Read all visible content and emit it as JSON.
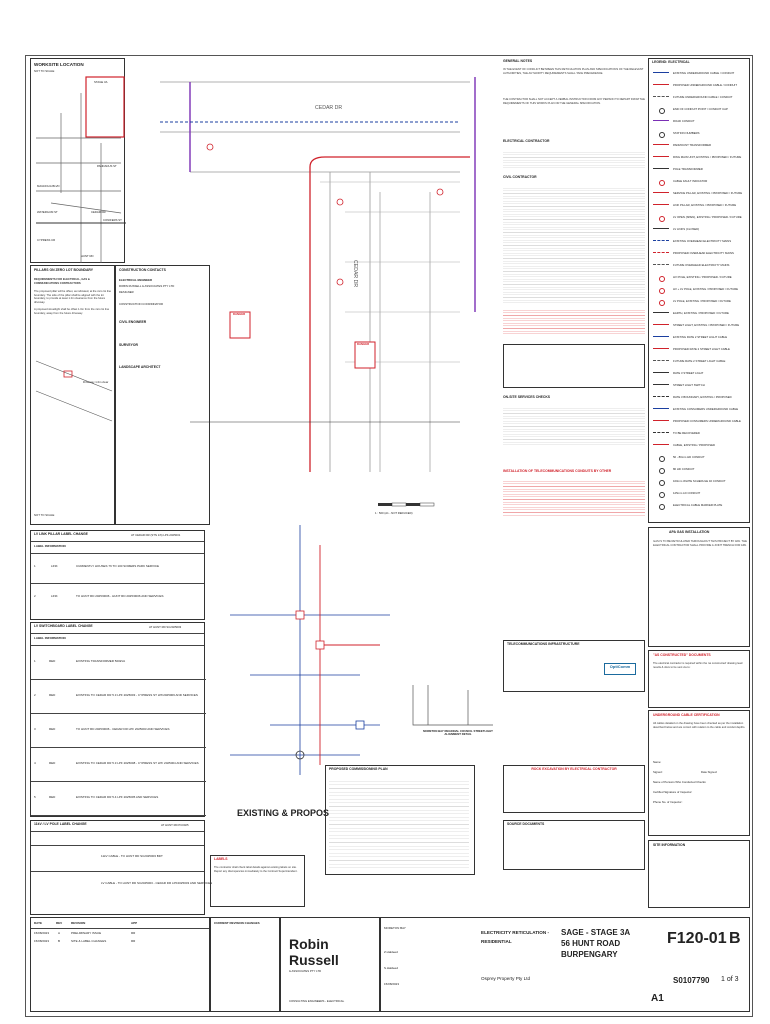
{
  "worksite": {
    "title": "WORKSITE LOCATION",
    "subtitle": "NOT TO SCALE",
    "stage": "STAGE 3A",
    "streets": [
      "PANDANUS ST",
      "MAGNOLIA BLVD",
      "WATERGUM ST",
      "CEDAR DR",
      "CONIFERS ST",
      "CYPRESS CR",
      "HUNT RD"
    ]
  },
  "pillars": {
    "title": "PILLARS ON ZERO LOT BOUNDARY",
    "req_title": "REQUIREMENTS FOR ELECTRICAL, GAS & COMMUNICATIONS CONTRACTORS",
    "body": "The proposed pillar will be offset, as indicated, at the zero lot line boundary. The side of the pillar shall be aligned with the lot boundary, to provide at least 1.0m clearance from the future driveway.",
    "body2": "A proposed streetlight shall be offset 1.0m from the zero lot line boundary, away from the future driveway.",
    "driveway": "Driveway 1.0m clear",
    "note": "NOT TO SCALE"
  },
  "contacts": {
    "title": "CONSTRUCTION CONTACTS",
    "engineer_head": "ELECTRICAL ENGINEER",
    "engineer_firm": "ROBIN RUSSELL & ASSOCIATES PTY LTD",
    "designer": "DESIGNER",
    "coordinator": "CONSTRUCTION COORDINATOR",
    "civil": "CIVIL ENGINEER",
    "surveyor": "SURVEYOR",
    "landscape": "LANDSCAPE ARCHITECT"
  },
  "general_notes": {
    "title": "GENERAL NOTES",
    "p1": "IN THE EVENT OF CONFLICT BETWEEN THIS RETICULATION PLAN AND SPECIFICATIONS OF THE RELEVANT AUTHORITIES, THE AUTHORITY REQUIREMENTS SHALL TAKE PRECEDENCE.",
    "p2": "THE CONTRACTOR SHALL NOT ACCEPT A VERBAL INSTRUCTION FROM ANY PERSON TO DEPART FROM THE REQUIREMENTS OF THIS WORKS PLAN OR THE GENERAL SPECIFICATION."
  },
  "sections": {
    "electrical": "ELECTRICAL CONTRACTOR",
    "civil": "CIVIL CONTRACTOR",
    "onsite": "ON-SITE SERVICES CHECKS",
    "telecom_install": "INSTALLATION OF TELECOMMUNICATIONS CONDUITS BY OTHER",
    "telecom_infra": "TELECOMMUNICATIONS INFRASTRUCTURE",
    "commissioning": "PROPOSED COMMISSIONING PLAN",
    "source": "SOURCE DOCUMENTS",
    "rock": "ROCK EXCAVATION BY ELECTRICAL CONTRACTOR",
    "site_info": "SITE INFORMATION"
  },
  "callouts": {
    "council": "MORETON BAY REGIONAL COUNCIL STREETLIGHT ALIGNMENT DETAIL",
    "schematic": "EXISTING & PROPOSED LV SCHEMATIC",
    "scale": "1 : 500 (A1 - NOT REDUCED)",
    "danger": "DANGER"
  },
  "legend": {
    "title": "LEGEND: ELECTRICAL",
    "items": [
      {
        "label": "EXISTING UNDERGROUND CABLE / CONDUIT",
        "color": "#1b3fa0",
        "style": "solid"
      },
      {
        "label": "PROPOSED UNDERGROUND CABLE / CONDUIT",
        "color": "#d0222b",
        "style": "solid"
      },
      {
        "label": "FUTURE UNDERGROUND CABLE / CONDUIT",
        "color": "#555555",
        "style": "dash"
      },
      {
        "label": "END OF CONDUIT POINT / CONDUIT CAP",
        "color": "#333333",
        "style": "dot"
      },
      {
        "label": "ROAD CONDUIT",
        "color": "#7a2fb5",
        "style": "solid"
      },
      {
        "label": "STATION NUMBERS",
        "color": "#333333",
        "style": "dot"
      },
      {
        "label": "PADMOUNT TRANSFORMER",
        "color": "#d0222b",
        "style": "solid"
      },
      {
        "label": "RING MAIN UNIT, EXISTING / PROPOSED / FUTURE",
        "color": "#d0222b",
        "style": "solid"
      },
      {
        "label": "POLE TRANSFORMER",
        "color": "#333333",
        "style": "solid"
      },
      {
        "label": "CABLE FAULT INDICATOR",
        "color": "#d0222b",
        "style": "dot"
      },
      {
        "label": "SERVICE PILLAR, EXISTING / PROPOSED / FUTURE",
        "color": "#d0222b",
        "style": "solid"
      },
      {
        "label": "LINK PILLAR, EXISTING / PROPOSED / FUTURE",
        "color": "#d0222b",
        "style": "solid"
      },
      {
        "label": "LV OPEN (SPEN), EXISTING / PROPOSED / FUTURE",
        "color": "#d0222b",
        "style": "dot"
      },
      {
        "label": "LV LINKS (CLOSED)",
        "color": "#333333",
        "style": "solid"
      },
      {
        "label": "EXISTING OVERHEAD ELECTRICITY MAINS",
        "color": "#1b3fa0",
        "style": "dash"
      },
      {
        "label": "PROPOSED OVERHEAD ELECTRICITY MAINS",
        "color": "#d0222b",
        "style": "dash"
      },
      {
        "label": "FUTURE OVERHEAD ELECTRICITY MAINS",
        "color": "#555555",
        "style": "dash"
      },
      {
        "label": "HV POLE, EXISTING / PROPOSED / FUTURE",
        "color": "#d0222b",
        "style": "dot"
      },
      {
        "label": "HV + LV POLE, EXISTING / PROPOSED / FUTURE",
        "color": "#d0222b",
        "style": "dot"
      },
      {
        "label": "LV POLE, EXISTING / PROPOSED / FUTURE",
        "color": "#d0222b",
        "style": "dot"
      },
      {
        "label": "EARTH, EXISTING / PROPOSED / FUTURE",
        "color": "#333333",
        "style": "solid"
      },
      {
        "label": "STREET LIGHT, EXISTING / PROPOSED / FUTURE",
        "color": "#d0222b",
        "style": "solid"
      },
      {
        "label": "EXISTING RATE 2 STREET LIGHT CABLE",
        "color": "#1b3fa0",
        "style": "solid"
      },
      {
        "label": "PROPOSED RATE 2 STREET LIGHT CABLE",
        "color": "#d0222b",
        "style": "solid"
      },
      {
        "label": "FUTURE RATE 2 STREET LIGHT CABLE",
        "color": "#555555",
        "style": "dash"
      },
      {
        "label": "RATE 3 STREET LIGHT",
        "color": "#333333",
        "style": "solid"
      },
      {
        "label": "STREET LIGHT SWITCH",
        "color": "#333333",
        "style": "solid"
      },
      {
        "label": "RATE 3 BOUNDARY, EXISTING / PROPOSED",
        "color": "#333333",
        "style": "dash"
      },
      {
        "label": "EXISTING CONSUMERS UNDERGROUND CABLE",
        "color": "#1b3fa0",
        "style": "solid"
      },
      {
        "label": "PROPOSED CONSUMERS UNDERGROUND CABLE",
        "color": "#d0222b",
        "style": "solid"
      },
      {
        "label": "TO BE RECOVERED",
        "color": "#333333",
        "style": "dash"
      },
      {
        "label": "CABLE, EXISTING / PROPOSED",
        "color": "#d0222b",
        "style": "solid"
      },
      {
        "label": "50 - 80mm HD CONDUIT",
        "color": "#333333",
        "style": "dot"
      },
      {
        "label": "80 HD CONDUIT",
        "color": "#333333",
        "style": "dot"
      },
      {
        "label": "100mm WHITE SCHEDULE 40 CONDUIT",
        "color": "#333333",
        "style": "dot"
      },
      {
        "label": "125mm LD CONDUIT",
        "color": "#333333",
        "style": "dot"
      },
      {
        "label": "ELECTRICAL CABLE MARKER PLATE",
        "color": "#333333",
        "style": "dot"
      }
    ]
  },
  "apa": {
    "title": "APA GAS INSTALLATION",
    "body": "GAS IS TO BE RETICULATED THROUGHOUT THIS PROJECT BY APA. THE ELECTRICAL CONTRACTOR SHALL PROVIDE A JOINT TRENCH FOR APA."
  },
  "as_constructed": {
    "title": "\"AS CONSTRUCTED\" DOCUMENTS",
    "body": "The electrical contractor is required within the 'as constructed' drawing lead results & docs to be sent via to:"
  },
  "certification": {
    "title": "UNDERGROUND CABLE CERTIFICATION",
    "body": "All cables detailed on the drawing have been checked as per the installation described below and are correct with relation to the cable and conduit depths.",
    "fields": [
      "Name:",
      "Signed:",
      "Date Signed:",
      "Name of Persons Who Conducted Checks:",
      "Certified Signature of Inspector:",
      "Phone No. of Inspector:"
    ]
  },
  "lv_link": {
    "title": "LV LINK PILLAR LABEL CHANGE",
    "at": "AT CEDAR DR (STN 1/6) LPF-2025001",
    "cols": [
      "STREET NUMBER",
      "LABEL COLOUR",
      "LABEL OUTPUT",
      "LABEL INFORMATION"
    ],
    "rows": [
      {
        "id": "1",
        "colour": "LINK",
        "info": "CURRENTLY HOUSES 76 TO 100 SOMERS PARK SERVICE"
      },
      {
        "id": "2",
        "colour": "LINK",
        "info": "TO HUNT RD 2025/0006 - HUNT RD 2025/0006 AND SERVICES"
      }
    ]
  },
  "lv_switch": {
    "title": "LV SWITCHBOARD LABEL CHANGE",
    "at": "AT HUNT RD SC2025003",
    "cols": [
      "STREET No.",
      "LABEL COLOUR",
      "LABEL OUTPUT",
      "LABEL INFORMATION"
    ],
    "rows": [
      {
        "id": "1",
        "colour": "RED",
        "info": "EXISTING TRANSFORMER 500kVA"
      },
      {
        "id": "2",
        "colour": "RED",
        "info": "EXISTING TO CEDAR DR 5.3 LPF 2025003 - CYPRESS ST LPF2025006 AND SERVICES"
      },
      {
        "id": "3",
        "colour": "RED",
        "info": "TO HUNT RD 2025/0006 - CEDAR DR LPF 2025003 AND SERVICES"
      },
      {
        "id": "4",
        "colour": "RED",
        "info": "EXISTING TO CEDAR DR 5.3 LPF 2025008 - CYPRESS ST LPF 2025004 AND SERVICES"
      },
      {
        "id": "5",
        "colour": "RED",
        "info": "EXISTING TO CEDAR DR 5.4 LPF 2025005 AND SERVICES"
      }
    ]
  },
  "lv_pole": {
    "title": "11kV / LV POLE LABEL CHANGE",
    "at": "AT HUNT RD PC0025",
    "rows": [
      {
        "info": "11kV CABLE - TO HUNT RD SC2025003 BDT"
      },
      {
        "info": "LV CABLE - TO HUNT RD SC2025003 - CEDAR DR LPF2025003 AND SERVICES"
      }
    ]
  },
  "labels_note": {
    "title": "LABELS",
    "body": "The contractor shall check label details against existing labels on site. Report any discrepancies immediately to the Contract Superintendent."
  },
  "revisions": {
    "cols": [
      "DATE",
      "REV",
      "REVISION",
      "APP"
    ],
    "rows": [
      {
        "date": "15/08/2023",
        "rev": "A",
        "text": "PRELIMINARY ISSUE",
        "app": "RR"
      },
      {
        "date": "15/08/2023",
        "rev": "B",
        "text": "SITE & LABEL CHANGES",
        "app": "RR"
      }
    ],
    "current": "CURRENT REVISION CHANGES"
  },
  "firm": {
    "name1": "Robin",
    "name2": "Russell",
    "sub": "& ASSOCIATES PTY LTD",
    "address": "CONSULTING ENGINEERS - ELECTRICAL"
  },
  "titleblock": {
    "project_a": "ELECTRICITY RETICULATION -",
    "project_b": "RESIDENTIAL",
    "location_a": "SAGE - STAGE 3A",
    "location_b": "56 HUNT ROAD",
    "location_c": "BURPENGARY",
    "client": "Osprey Property Pty Ltd",
    "drawing_no": "F120-01",
    "revision": "B",
    "sheet": "A1",
    "sheet_of": "1  of  3",
    "job": "S0107790",
    "council": "MORETON BAY",
    "designed": "Z.Haldeed",
    "drawn": "S.Haldeed",
    "date": "15/08/2023"
  }
}
